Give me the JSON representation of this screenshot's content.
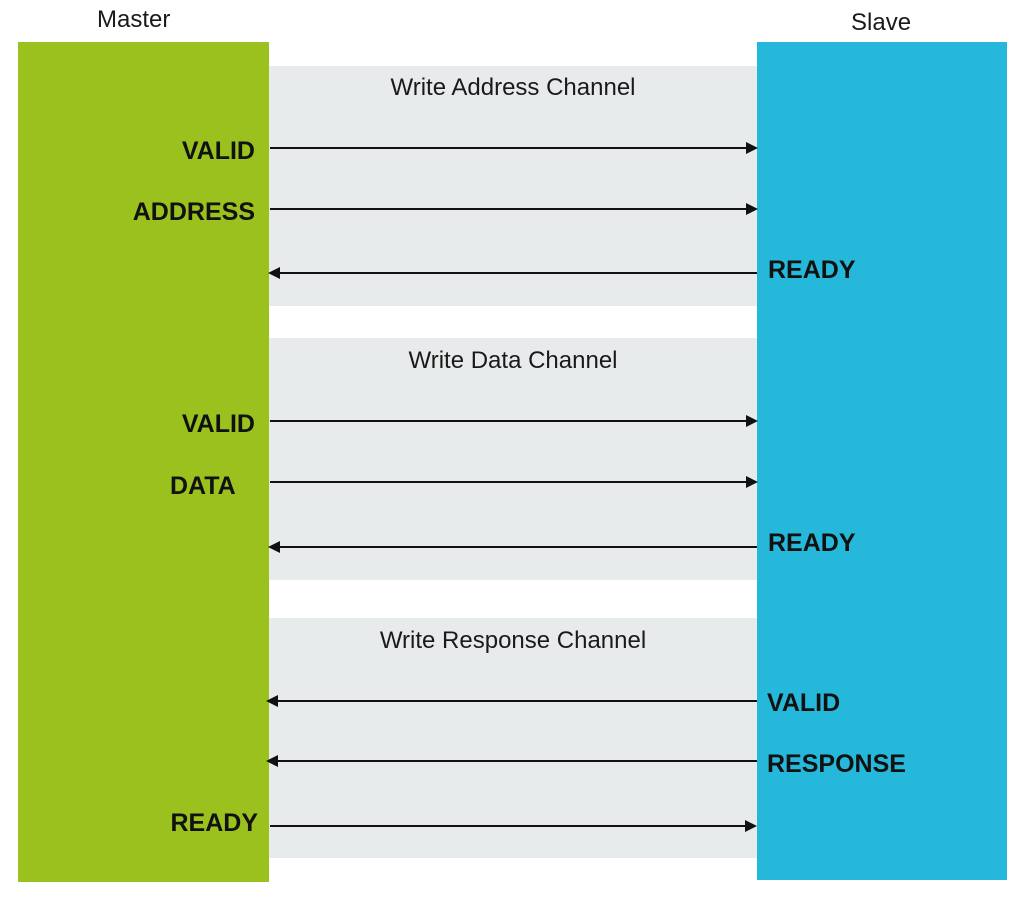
{
  "master": {
    "label": "Master",
    "color": "#9ac11d"
  },
  "slave": {
    "label": "Slave",
    "color": "#25b8da"
  },
  "channels": [
    {
      "title": "Write Address Channel",
      "signals": [
        {
          "label": "VALID",
          "side": "master",
          "direction": "master-to-slave"
        },
        {
          "label": "ADDRESS",
          "side": "master",
          "direction": "master-to-slave"
        },
        {
          "label": "READY",
          "side": "slave",
          "direction": "slave-to-master"
        }
      ]
    },
    {
      "title": "Write Data Channel",
      "signals": [
        {
          "label": "VALID",
          "side": "master",
          "direction": "master-to-slave"
        },
        {
          "label": "DATA",
          "side": "master",
          "direction": "master-to-slave"
        },
        {
          "label": "READY",
          "side": "slave",
          "direction": "slave-to-master"
        }
      ]
    },
    {
      "title": "Write Response Channel",
      "signals": [
        {
          "label": "VALID",
          "side": "slave",
          "direction": "slave-to-master"
        },
        {
          "label": "RESPONSE",
          "side": "slave",
          "direction": "slave-to-master"
        },
        {
          "label": "READY",
          "side": "master",
          "direction": "master-to-slave"
        }
      ]
    }
  ]
}
